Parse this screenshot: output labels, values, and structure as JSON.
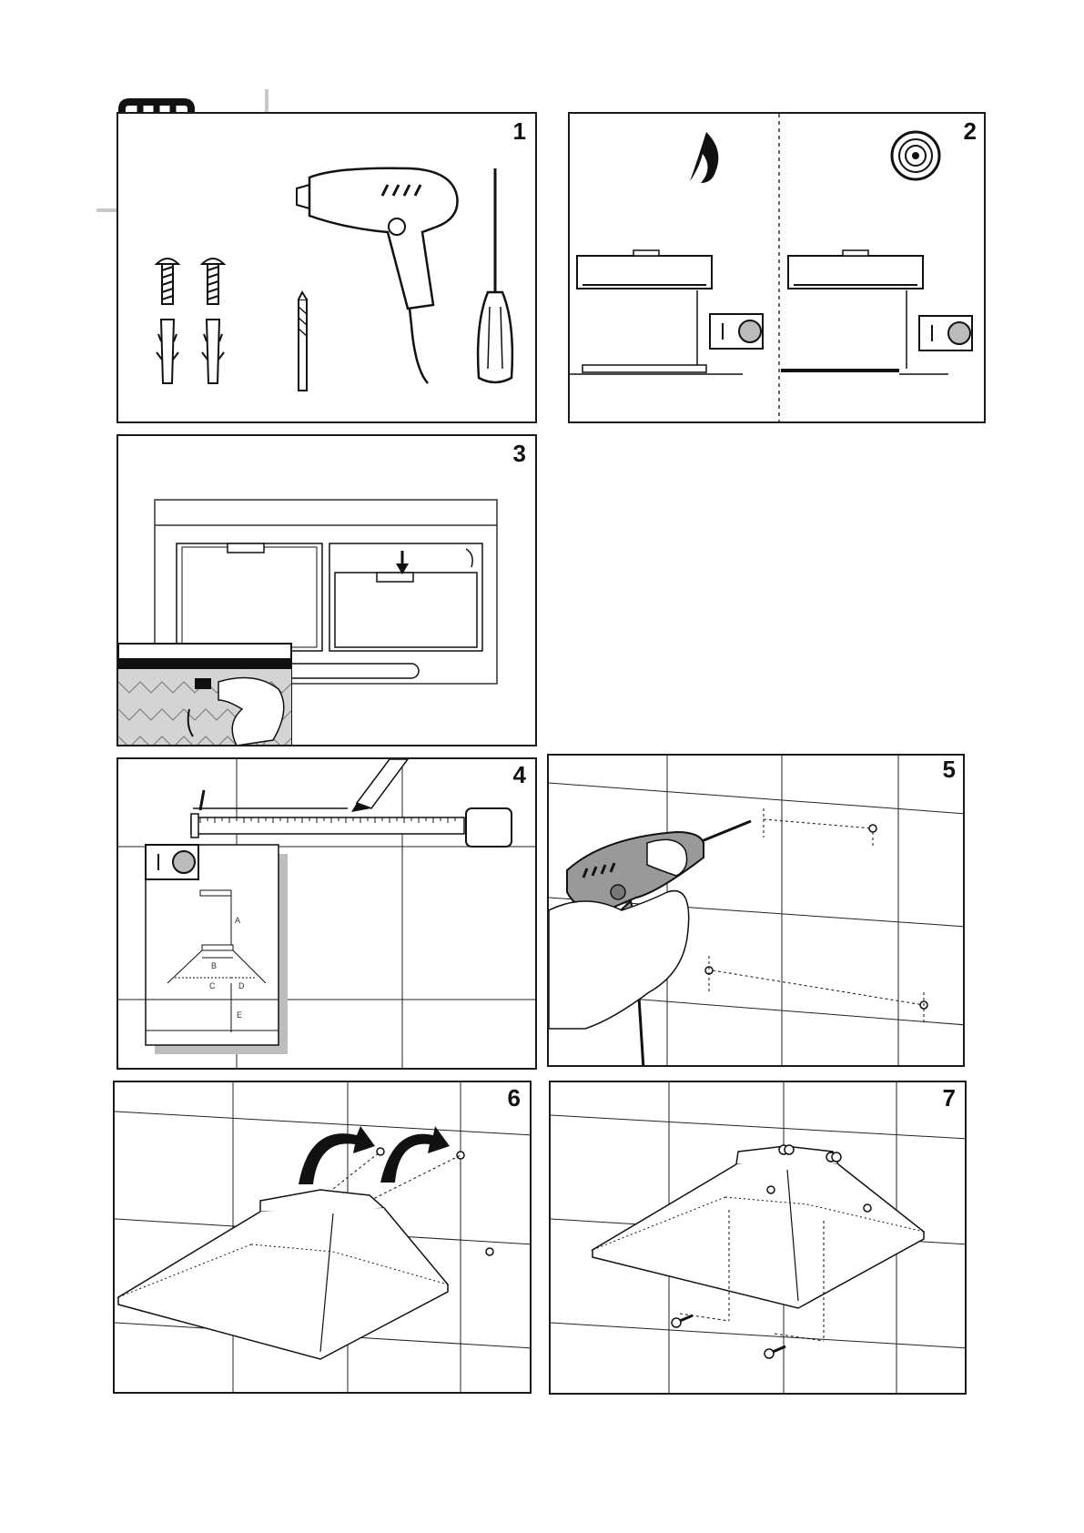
{
  "panels": [
    {
      "id": "1",
      "label": "1"
    },
    {
      "id": "2",
      "label": "2"
    },
    {
      "id": "3",
      "label": "3"
    },
    {
      "id": "4",
      "label": "4"
    },
    {
      "id": "5",
      "label": "5"
    },
    {
      "id": "6",
      "label": "6"
    },
    {
      "id": "7",
      "label": "7"
    }
  ],
  "dimension_labels": {
    "a": "A",
    "b": "B",
    "c": "C",
    "d": "D",
    "e": "E"
  },
  "icons": {
    "tools": "hand-wrench-icon",
    "gas": "flame-icon",
    "electric": "hotplate-icon",
    "manual": "instruction-manual-icon"
  },
  "colors": {
    "line": "#1a1a1a",
    "badge_shadow": "#c8c8c8",
    "shadow": "#bdbdbd"
  }
}
